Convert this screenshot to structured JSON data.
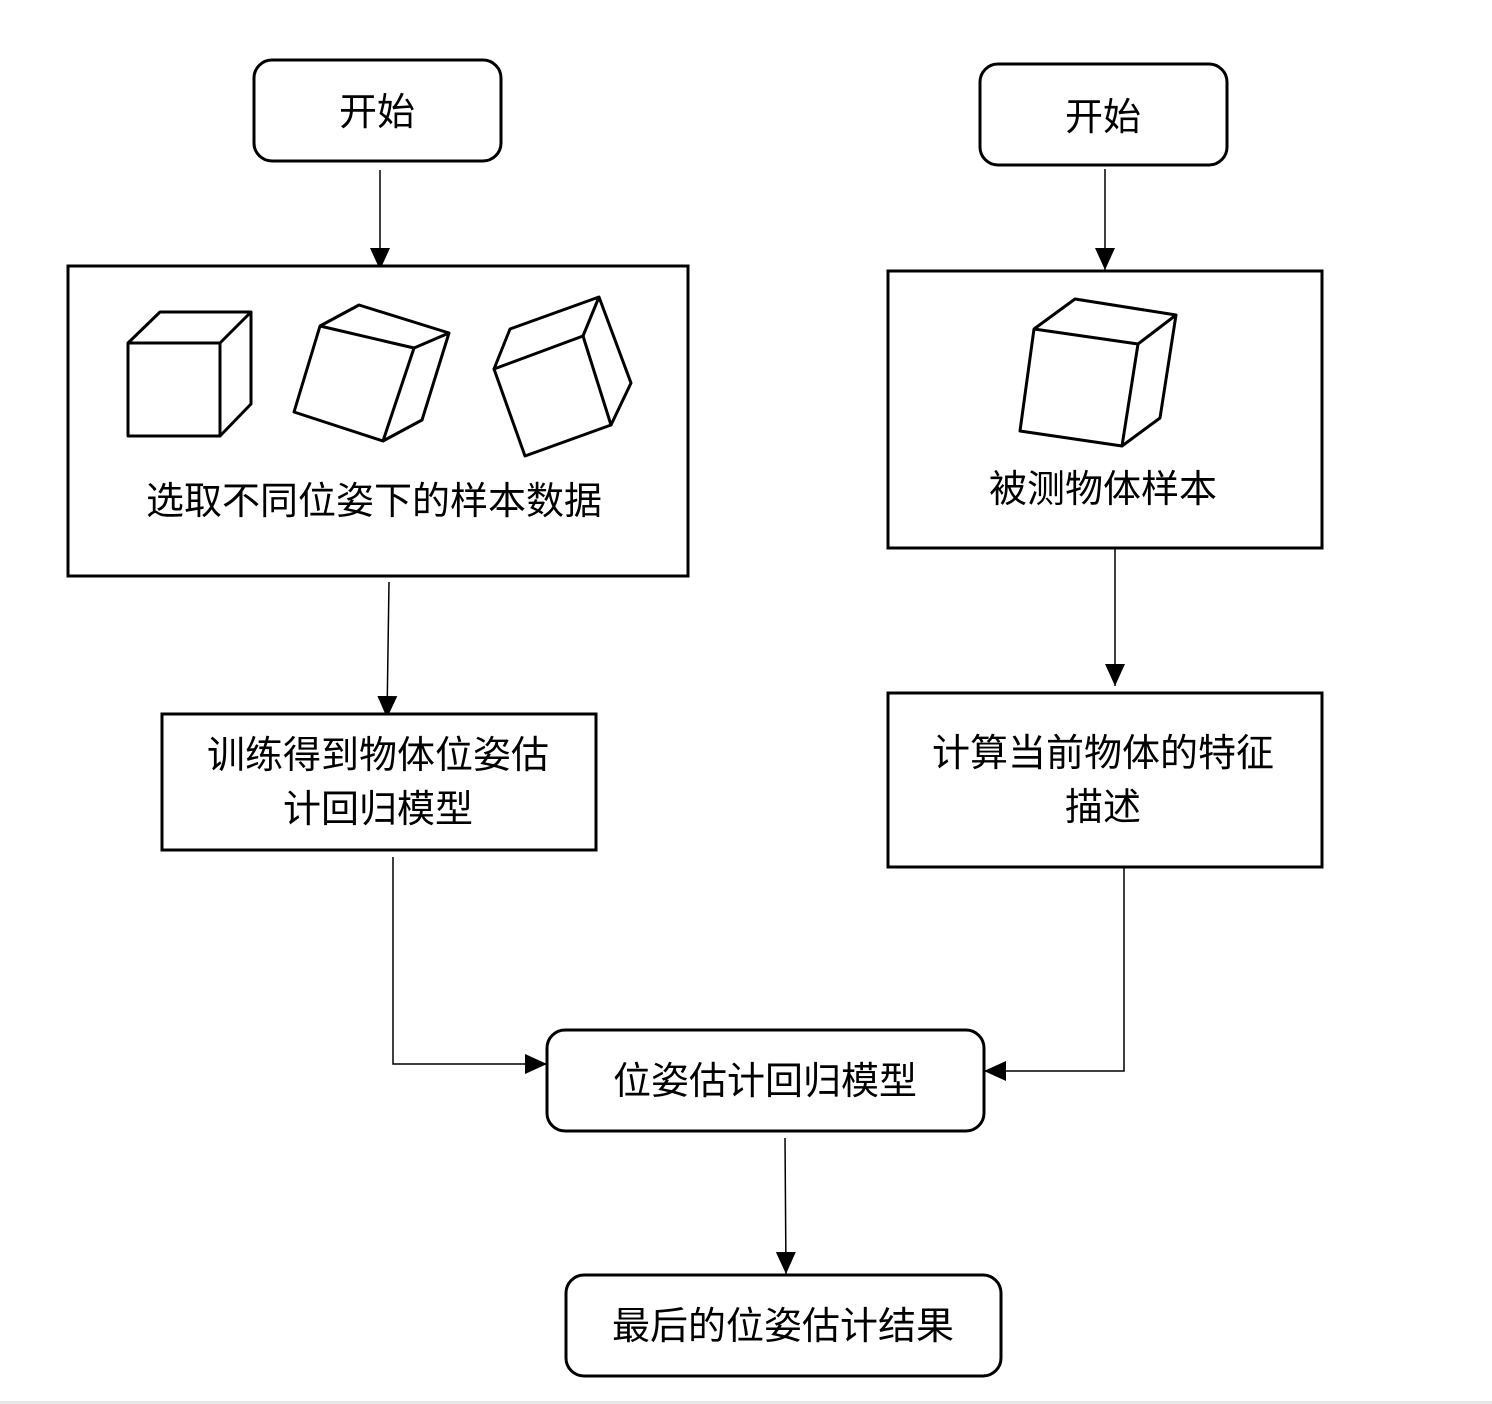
{
  "diagram": {
    "left": {
      "start": "开始",
      "samples": "选取不同位姿下的样本数据",
      "train_line1": "训练得到物体位姿估",
      "train_line2": "计回归模型"
    },
    "right": {
      "start": "开始",
      "sample": "被测物体样本",
      "feature_line1": "计算当前物体的特征",
      "feature_line2": "描述"
    },
    "merge": "位姿估计回归模型",
    "result": "最后的位姿估计结果"
  }
}
